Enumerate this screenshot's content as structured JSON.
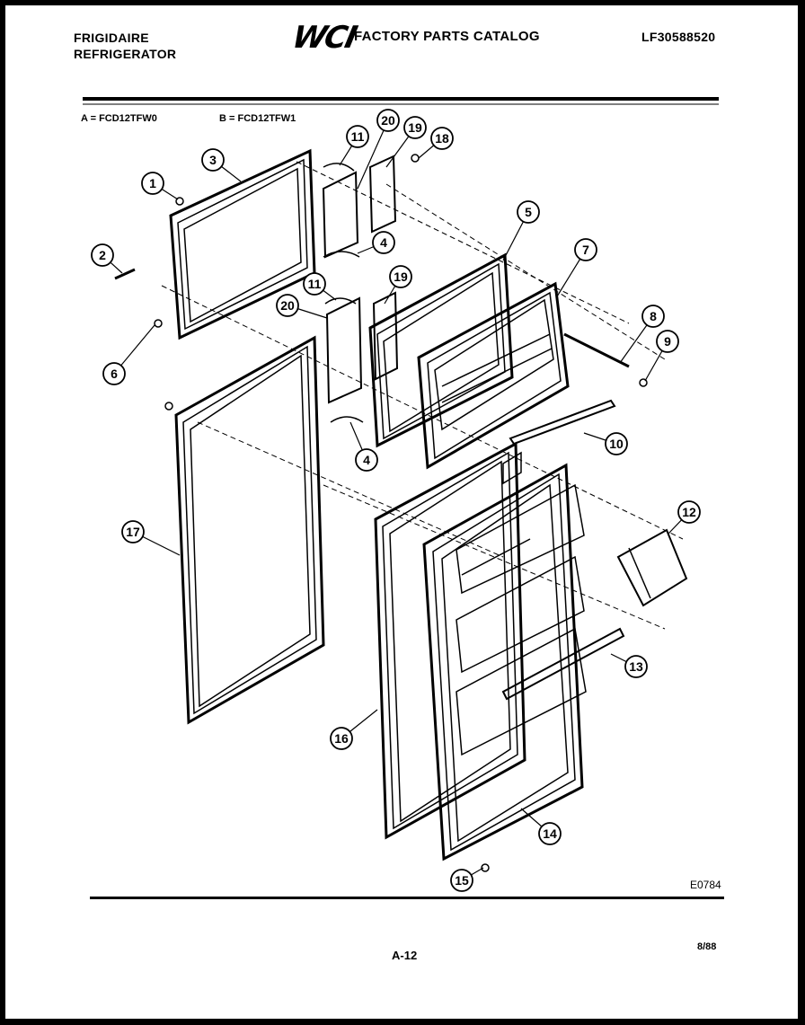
{
  "header": {
    "brand_line1": "FRIGIDAIRE",
    "brand_line2": "REFRIGERATOR",
    "logo": "WCI",
    "catalog_title": "FACTORY PARTS CATALOG",
    "catalog_number": "LF30588520"
  },
  "models": {
    "a": "A = FCD12TFW0",
    "b": "B = FCD12TFW1"
  },
  "callouts": [
    "1",
    "2",
    "3",
    "4",
    "4",
    "5",
    "6",
    "7",
    "8",
    "9",
    "10",
    "11",
    "11",
    "12",
    "13",
    "14",
    "15",
    "16",
    "17",
    "18",
    "19",
    "19",
    "20",
    "20"
  ],
  "footer": {
    "diagram_code": "E0784",
    "page_number": "A-12",
    "date": "8/88"
  }
}
